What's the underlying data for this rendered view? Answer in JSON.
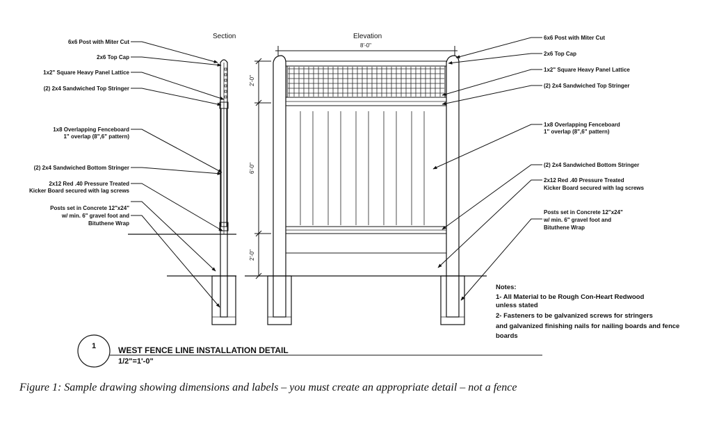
{
  "headings": {
    "section": "Section",
    "elevation": "Elevation"
  },
  "dimensions": {
    "width": "8'-0\"",
    "lattice": "2'-0\"",
    "boards": "6'-0\"",
    "base": "2'-0\""
  },
  "labels_left": [
    "6x6 Post with Miter Cut",
    "2x6 Top Cap",
    "1x2\" Square Heavy Panel Lattice",
    "(2) 2x4 Sandwiched Top Stringer",
    "1x8 Overlapping Fenceboard",
    "1\" overlap (8\",6\" pattern)",
    "(2) 2x4 Sandwiched Bottom Stringer",
    "2x12 Red .40 Pressure Treated",
    "Kicker Board secured with lag screws",
    "Posts set in Concrete 12\"x24\"",
    "w/ min. 6\" gravel foot and",
    "Bituthene Wrap"
  ],
  "labels_right": [
    "6x6 Post with Miter Cut",
    "2x6 Top Cap",
    "1x2\" Square Heavy Panel Lattice",
    "(2) 2x4 Sandwiched Top Stringer",
    "1x8 Overlapping Fenceboard",
    "1\" overlap (8\",6\" pattern)",
    "(2) 2x4 Sandwiched Bottom Stringer",
    "2x12 Red .40 Pressure Treated",
    "Kicker Board secured with lag screws",
    "Posts set in Concrete 12\"x24\"",
    "w/ min. 6\" gravel foot and",
    "Bituthene Wrap"
  ],
  "notes": [
    "Notes:",
    "1- All Material to be Rough Con-Heart Redwood",
    "unless stated",
    "2- Fasteners to be galvanized screws for stringers",
    "and galvanized finishing nails for nailing boards and fence",
    "boards"
  ],
  "title_block": {
    "number": "1",
    "title": "WEST FENCE LINE INSTALLATION DETAIL",
    "scale": "1/2\"=1'-0\""
  },
  "caption": "Figure 1: Sample drawing showing dimensions and labels – you must create an appropriate detail – not a fence"
}
